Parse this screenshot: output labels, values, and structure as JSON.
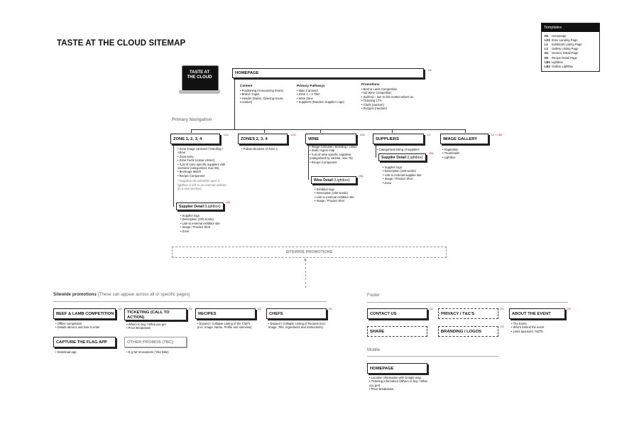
{
  "title": "TASTE AT THE CLOUD SITEMAP",
  "templates": {
    "heading": "Templates",
    "rows": [
      {
        "code": "H1",
        "name": "Homepage"
      },
      {
        "code": "LD1",
        "name": "Zone Landing Page"
      },
      {
        "code": "L1",
        "name": "Exhibitors Listing Page"
      },
      {
        "code": "L2",
        "name": "Gallery Listing Page"
      },
      {
        "code": "D1",
        "name": "Generic Detail Page"
      },
      {
        "code": "D2",
        "name": "Recipe Detail Page"
      },
      {
        "code": "LB1",
        "name": "Lightbox"
      },
      {
        "code": "LB2",
        "name": "Gallery Lightbox"
      }
    ]
  },
  "logo": {
    "line1": "TASTE AT",
    "line2": "THE CLOUD"
  },
  "homepage": {
    "label": "HOMEPAGE",
    "tag": "H1",
    "content": {
      "heading": "Content",
      "items": [
        "Positioning (Announcing Event)",
        "Brand / logos",
        "Header (Dates, Opening Hours, Location)"
      ]
    },
    "pathways": {
      "heading": "Primary Pathways",
      "items": [
        "Main Carousel",
        "Zone 1 – 4 Tiles",
        "Wine Zone",
        "Suppliers (Random Supplier Logo)"
      ]
    },
    "promotions": {
      "heading": "Promotions",
      "items": [
        "Beef & Lamb Competition",
        "NZ Wine Competition",
        "Sanford – line to fish market what's on",
        "Ticketing CTA",
        "Chefs (random)",
        "Recipes (random)"
      ]
    }
  },
  "primary_nav_label": "Primary Navigation",
  "nav": [
    {
      "label": "ZONE 1, 2, 3, 4",
      "tag": "LD1",
      "items": [
        "Zone image carousel / branding / colour",
        "Zone story",
        "Zone Facts (colour circles)",
        "*List of zone specific suppliers with overview (categorised, max 55)",
        "Beverage Match",
        "Recipe Component"
      ],
      "note": "* Suppliers tile will either open a lightbox or link to an external website (in a new window)"
    },
    {
      "label": "ZONES 2, 3, 4",
      "tag": "LD1",
      "items": [
        "Follow structure of Zone 1"
      ]
    },
    {
      "label": "WINE",
      "tag": "LD1",
      "items": [
        "Image Carousel / branding / colour",
        "Static region map",
        "*List of wine specific suppliers (categorised by varietal, max 75)",
        "Recipe Component"
      ]
    },
    {
      "label": "SUPPLIERS",
      "tag": "L1",
      "items": [
        "Categorised listing of suppliers"
      ]
    },
    {
      "label": "IMAGE GALLERY",
      "tag": "L2 + LB2",
      "items": [
        "Pagination",
        "Thumbnails",
        "Lightbox"
      ]
    }
  ],
  "details": {
    "zone": {
      "bold": "Supplier Detail",
      "light": "(Lightbox)",
      "tag": "LB1",
      "items": [
        "Supplier logo",
        "Description (150 words)",
        "Link to external exhibitor site",
        "Image / Product Shot",
        "Zone"
      ]
    },
    "wine": {
      "bold": "Wine Detail",
      "light": "(Lightbox)",
      "tag": "LB1",
      "items": [
        "Exhibitor logo",
        "Description (150 words)",
        "Link to external exhibitor site",
        "Image / Product Shot"
      ]
    },
    "suppliers": {
      "bold": "Supplier Detail",
      "light": "(Lightbox)",
      "tag": "LB1",
      "items": [
        "Supplier logo",
        "Description (150 words)",
        "Link to external supplier site",
        "Image / Product Shot",
        "Zone"
      ]
    }
  },
  "sitewide_bar": "SITEWIDE PROMOTIONS",
  "sitewide": {
    "heading": "Sitewide promotions",
    "sub": "(These can appear across all or specific pages)",
    "boxes": [
      {
        "label": "BEEF & LAMB COMPETITION",
        "tag": "D1",
        "items": [
          "Offline competition",
          "Details about it and how to enter"
        ]
      },
      {
        "label": "TICKETING (CALL TO ACTION)",
        "tag": "D1",
        "items": [
          "Where to buy / What you get",
          "Price Breakdown"
        ]
      },
      {
        "label": "RECIPES",
        "tag": "D2",
        "items": [
          "Expand / Collapse Listing of the Chef's (incl. Image, Name, Profile and interview)"
        ]
      },
      {
        "label": "CHEFS",
        "tag": "D1",
        "items": [
          "Expand / Collapse Listing of Recipes (incl. Image, Title, Ingredients and Instructions)"
        ]
      },
      {
        "label": "CAPTURE THE FLAG APP",
        "tag": "",
        "items": [
          "Download app"
        ]
      },
      {
        "label": "OTHER PROMOS (TBC)",
        "tag": "",
        "items": [
          "E.g NZ Innovations (Yike Bike)"
        ]
      }
    ]
  },
  "footer": {
    "heading": "Footer",
    "boxes": [
      {
        "label": "CONTACT US",
        "tag": "D1"
      },
      {
        "label": "PRIVACY / T&C'S",
        "tag": "D1"
      },
      {
        "label": "ABOUT THE EVENT",
        "tag": "D1",
        "items": [
          "The Event",
          "Who's behind the event",
          "Links sponsors / NZTE"
        ]
      },
      {
        "label": "SHARE",
        "tag": ""
      },
      {
        "label": "BRANDING / LOGOS",
        "tag": "D1"
      }
    ]
  },
  "mobile": {
    "heading": "Mobile",
    "label": "HOMEPAGE",
    "items": [
      "Location information with Google map",
      "Ticketing information (Where to buy / What you get)",
      "Price Breakdown"
    ]
  }
}
